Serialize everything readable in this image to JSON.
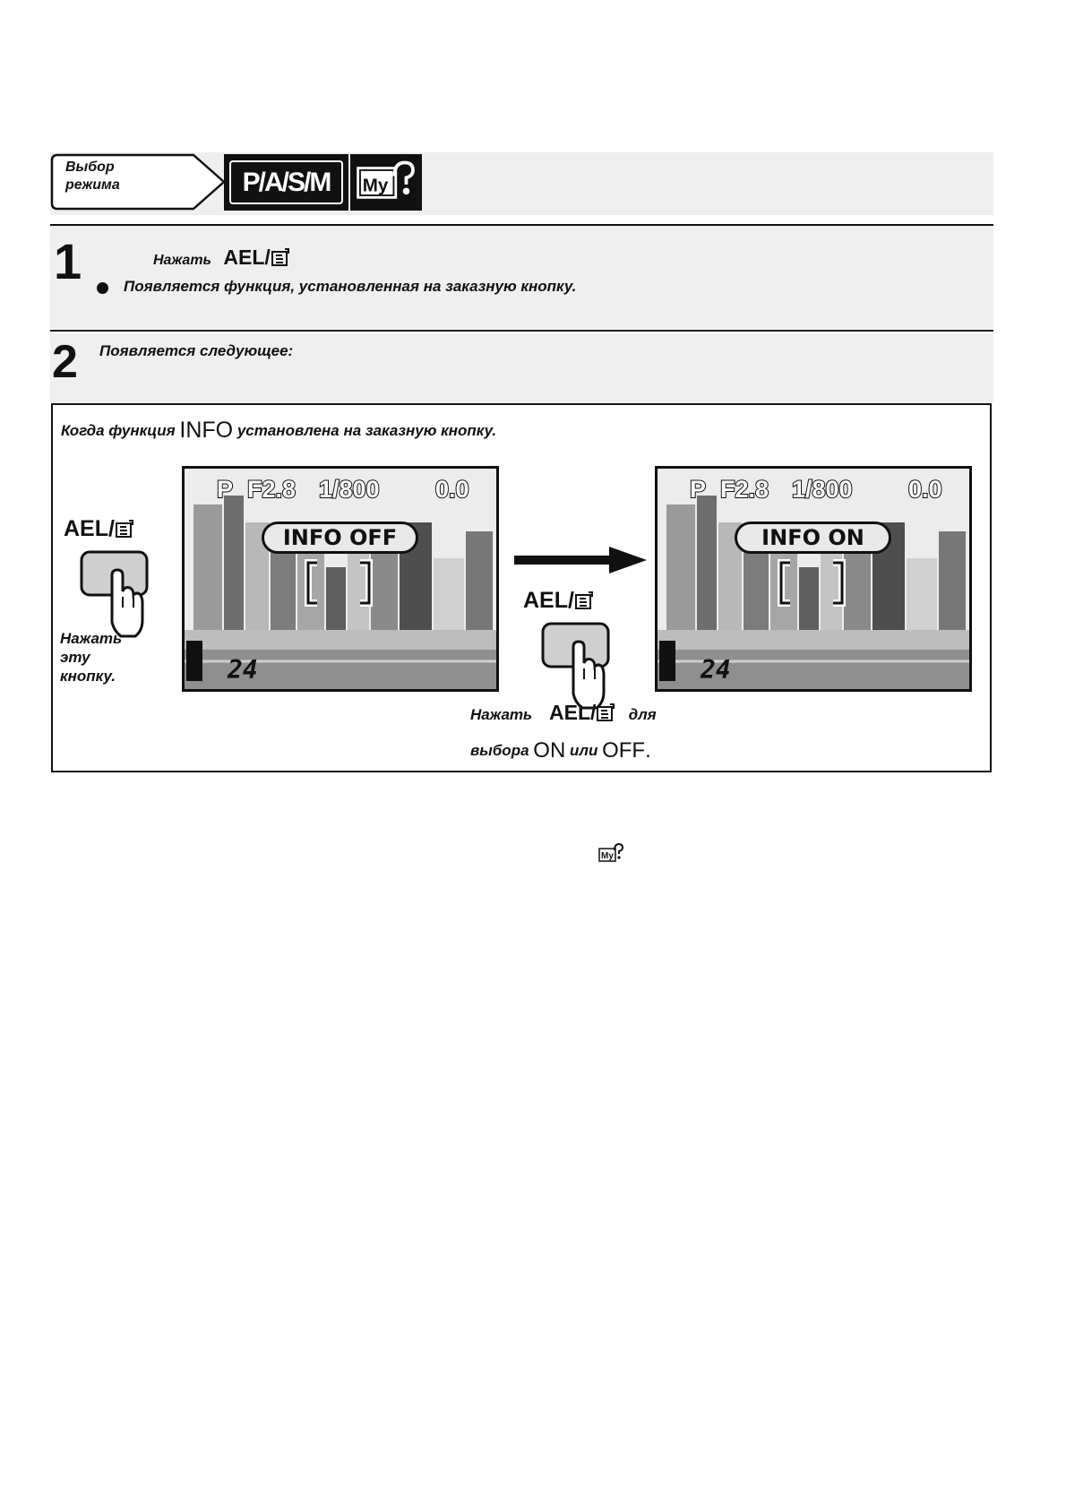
{
  "mode_select": {
    "label_line1": "Выбор",
    "label_line2": "режима",
    "modes": "P/A/S/M",
    "my_mode_icon": "my-mode-icon"
  },
  "step1": {
    "number": "1",
    "press": "Нажать",
    "button": "AEL/",
    "button_icon": "custom-button-icon",
    "note": "Появляется функция, установленная на заказную кнопку."
  },
  "step2": {
    "number": "2",
    "text": "Появляется следующее:"
  },
  "illustration": {
    "title_before": "Когда функция",
    "title_keyword": "INFO",
    "title_after": "установлена на заказную кнопку.",
    "button_label": "AEL/",
    "press_line1": "Нажать",
    "press_line2": "эту",
    "press_line3": "кнопку.",
    "screen_left": {
      "mode": "P",
      "aperture": "F2.8",
      "shutter": "1/800",
      "exposure": "0.0",
      "info": "INFO  OFF",
      "frames": "24"
    },
    "screen_right": {
      "mode": "P",
      "aperture": "F2.8",
      "shutter": "1/800",
      "exposure": "0.0",
      "info": "INFO  ON",
      "frames": "24"
    },
    "caption_press": "Нажать",
    "caption_button": "AEL/",
    "caption_for": "для",
    "caption_select": "выбора",
    "caption_on": "ON",
    "caption_or": "или",
    "caption_off": "OFF",
    "caption_period": "."
  },
  "footer_icon": "my-mode-icon"
}
